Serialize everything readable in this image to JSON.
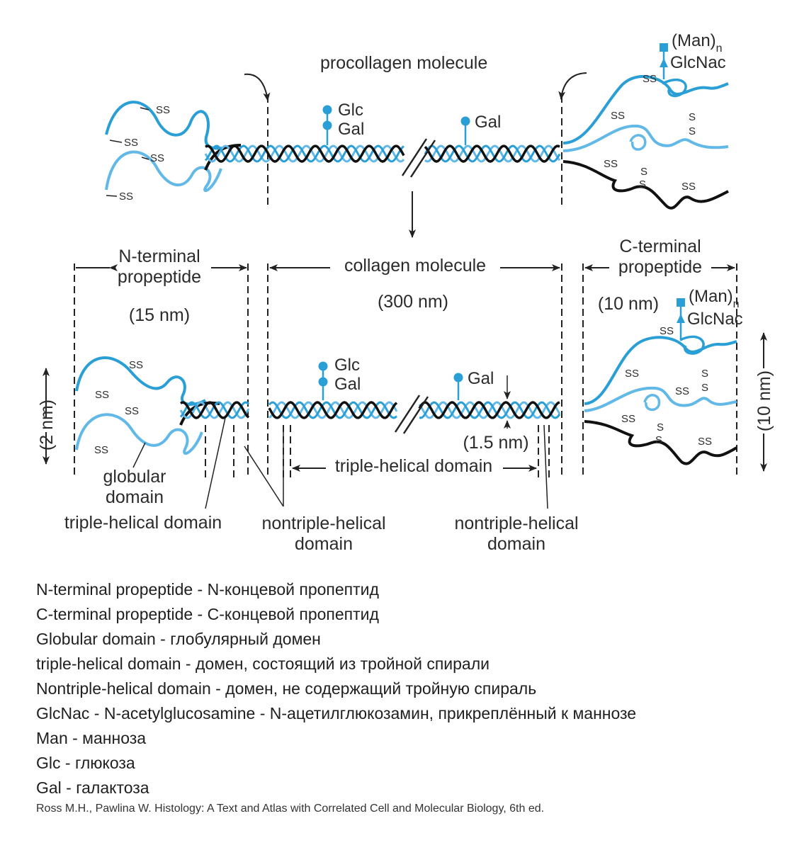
{
  "diagram": {
    "top": {
      "title": "procollagen molecule",
      "glc": "Glc",
      "gal": "Gal",
      "gal2": "Gal",
      "man": "(Man)",
      "man_sub": "n",
      "glcnac": "GlcNac",
      "ss": "SS",
      "s": "S"
    },
    "bottom": {
      "n_terminal": [
        "N-terminal",
        "propeptide"
      ],
      "n_size": "(15 nm)",
      "collagen": "collagen molecule",
      "collagen_size": "(300 nm)",
      "c_terminal": [
        "C-terminal",
        "propeptide"
      ],
      "c_size": "(10 nm)",
      "man": "(Man)",
      "man_sub": "n",
      "glcnac": "GlcNac",
      "glc": "Glc",
      "gal": "Gal",
      "gal2": "Gal",
      "width_left": "(2 nm)",
      "width_right": "(10 nm)",
      "helix_diameter": "(1.5 nm)",
      "triple_helical_mid": "triple-helical domain",
      "globular": [
        "globular",
        "domain"
      ],
      "triple_helical_left": "triple-helical domain",
      "nontriple_left": [
        "nontriple-helical",
        "domain"
      ],
      "nontriple_right": [
        "nontriple-helical",
        "domain"
      ],
      "ss": "SS",
      "s": "S"
    }
  },
  "legend": [
    "N-terminal propeptide - N-концевой пропептид",
    "C-terminal propeptide - C-концевой пропептид",
    "Globular domain - глобулярный домен",
    "triple-helical domain - домен, состоящий из тройной спирали",
    "Nontriple-helical domain - домен, не содержащий тройную спираль",
    "GlcNac - N-acetylglucosamine - N-ацетилглюкозамин, прикреплённый к маннозе",
    "Man - манноза",
    "Glc - глюкоза",
    "Gal - галактоза"
  ],
  "citation": "Ross M.H., Pawlina W. Histology: A Text and Atlas with Correlated Cell and Molecular Biology, 6th ed.",
  "colors": {
    "blue": "#2a9fd6",
    "light_blue": "#62b8e6",
    "black": "#111111"
  }
}
